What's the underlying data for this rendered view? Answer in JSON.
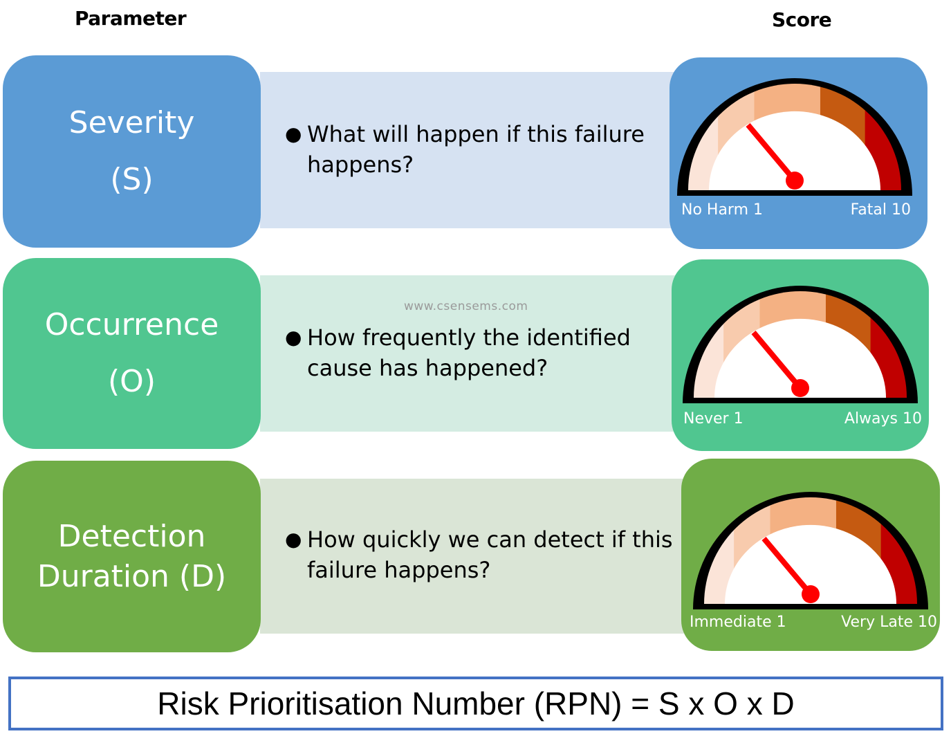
{
  "headers": {
    "parameter": "Parameter",
    "score": "Score"
  },
  "watermark": "www.csensems.com",
  "rows": [
    {
      "id": "severity",
      "name_line1": "Severity",
      "name_line2": "(S)",
      "question": "What will happen if this failure happens?",
      "question_line1": "What will happen if this failure",
      "question_line2": "happens?",
      "gauge": {
        "min_label": "No Harm 1",
        "max_label": "Fatal 10",
        "scale_min": 1,
        "scale_max": 10,
        "needle_value": 3.5
      },
      "colors": {
        "box": "#5B9BD5",
        "band": "#D6E2F2"
      }
    },
    {
      "id": "occurrence",
      "name_line1": "Occurrence",
      "name_line2": "(O)",
      "question": "How frequently the identified cause has happened?",
      "question_line1": "How frequently the identified",
      "question_line2": "cause has happened?",
      "gauge": {
        "min_label": "Never 1",
        "max_label": "Always 10",
        "scale_min": 1,
        "scale_max": 10,
        "needle_value": 3.5
      },
      "colors": {
        "box": "#50C690",
        "band": "#D4ECE2"
      }
    },
    {
      "id": "detection",
      "name_line1": "Detection",
      "name_line2": "Duration (D)",
      "question": "How quickly we can detect if this failure happens?",
      "question_line1": "How quickly we can detect if this",
      "question_line2": "failure happens?",
      "gauge": {
        "min_label": "Immediate 1",
        "max_label": "Very Late 10",
        "scale_min": 1,
        "scale_max": 10,
        "needle_value": 3.5
      },
      "colors": {
        "box": "#70AD47",
        "band": "#DAE5D6"
      }
    }
  ],
  "gauge_style": {
    "zone_colors": [
      "#FBE4D8",
      "#F8CBAD",
      "#F4B183",
      "#C55A11",
      "#C00000"
    ],
    "rim_color": "#000000",
    "needle_color": "#FF0000"
  },
  "formula": "Risk Prioritisation Number (RPN) = S x O x D"
}
